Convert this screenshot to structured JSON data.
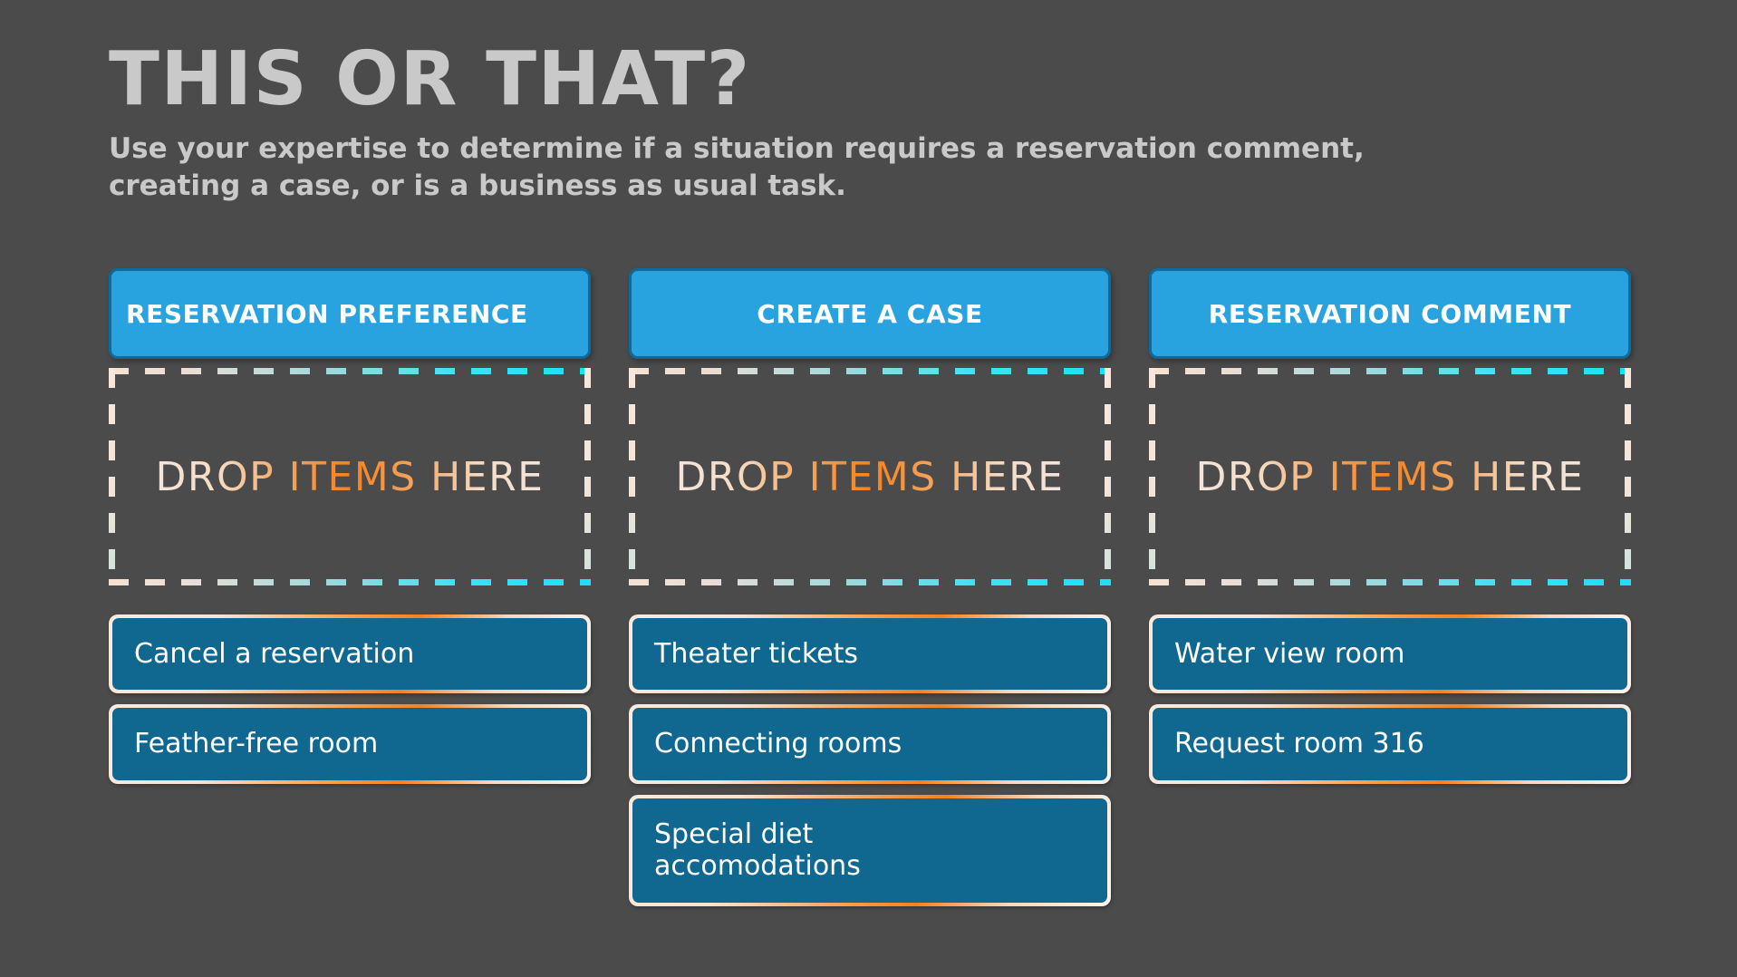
{
  "slide": {
    "background_color": "#4b4b4b",
    "title": "THIS OR THAT?",
    "subtitle": "Use your expertise to determine if a situation requires a  reservation comment, creating a case, or is a business as usual task."
  },
  "colors": {
    "background": "#4b4b4b",
    "header_fill": "#29a3e0",
    "header_border": "#0d6a9c",
    "card_fill": "#10678f",
    "card_border_cream": "#fae9dc",
    "card_border_orange": "#f58220",
    "dropzone_dash_start": "#f7e2d2",
    "dropzone_dash_end": "#18e2f5",
    "title_color": "#c9c9c9",
    "accent_orange": "#f58220"
  },
  "columns": [
    {
      "id": "reservation-preference",
      "header": "RESERVATION PREFERENCE",
      "header_align": "left",
      "dropzone_label": "DROP ITEMS HERE",
      "cards": [
        {
          "label": "Cancel a reservation",
          "lines": 1
        },
        {
          "label": "Feather-free room",
          "lines": 1
        }
      ]
    },
    {
      "id": "create-a-case",
      "header": "CREATE A CASE",
      "header_align": "center",
      "dropzone_label": "DROP ITEMS HERE",
      "cards": [
        {
          "label": "Theater tickets",
          "lines": 1
        },
        {
          "label": "Connecting rooms",
          "lines": 1
        },
        {
          "label": "Special diet\naccomodations",
          "lines": 2
        }
      ]
    },
    {
      "id": "reservation-comment",
      "header": "RESERVATION COMMENT",
      "header_align": "center",
      "dropzone_label": "DROP ITEMS HERE",
      "cards": [
        {
          "label": "Water view room",
          "lines": 1
        },
        {
          "label": "Request room 316",
          "lines": 1
        }
      ]
    }
  ]
}
